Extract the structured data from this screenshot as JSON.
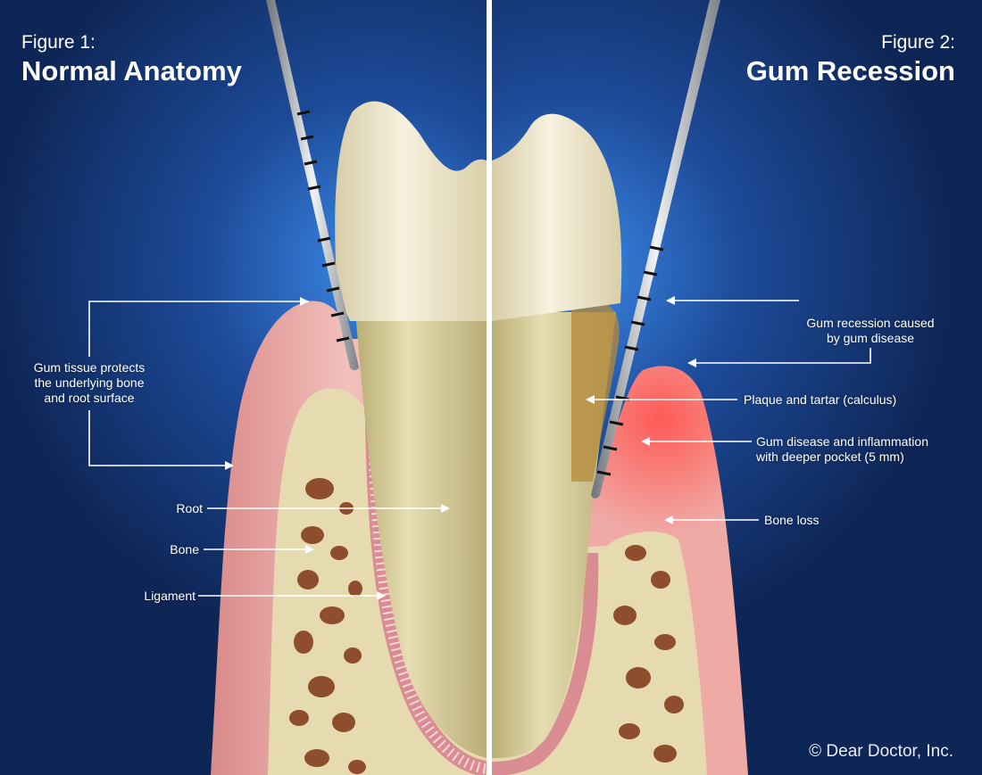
{
  "figure1": {
    "label": "Figure 1:",
    "title": "Normal Anatomy",
    "callouts": {
      "gum_tissue": [
        "Gum tissue protects",
        "the underlying bone",
        "and root surface"
      ],
      "root": "Root",
      "bone": "Bone",
      "ligament": "Ligament"
    }
  },
  "figure2": {
    "label": "Figure 2:",
    "title": "Gum Recession",
    "callouts": {
      "recession": [
        "Gum recession caused",
        "by gum disease"
      ],
      "plaque": "Plaque and tartar (calculus)",
      "inflammation": [
        "Gum disease and inflammation",
        "with deeper pocket (5 mm)"
      ],
      "bone_loss": "Bone loss"
    }
  },
  "credit": "© Dear Doctor, Inc.",
  "colors": {
    "background": "#0f2a5c",
    "glow": "#2f78d8",
    "gum": "#efb3b0",
    "inflamed_gum": "#f36f6a",
    "bone": "#e8ddb4",
    "marrow": "#8a4a2a",
    "tooth_crown": "#f2ead2",
    "tooth_root": "#d9cf9c",
    "calculus": "#b58b35",
    "probe": "#c9ced3"
  }
}
